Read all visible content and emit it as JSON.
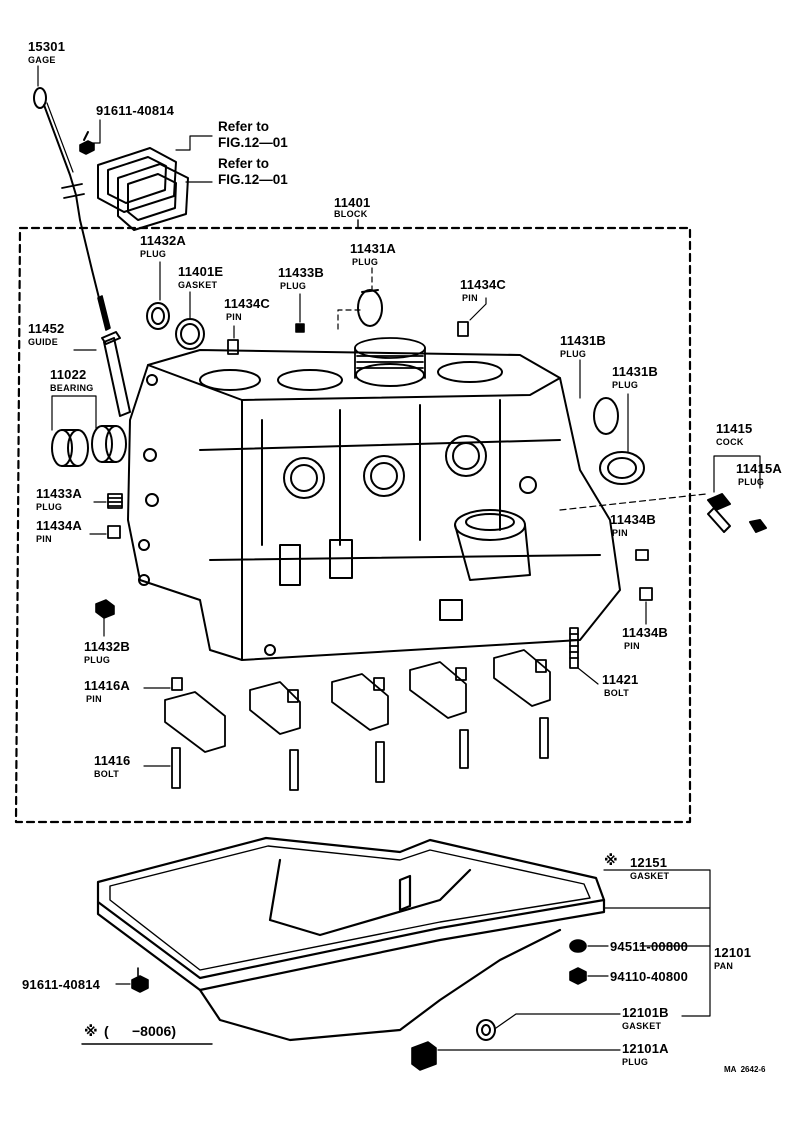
{
  "parts": {
    "p15301": {
      "number": "15301",
      "name": "GAGE"
    },
    "p91611_top": {
      "number": "91611-40814"
    },
    "ref1": {
      "line1": "Refer to",
      "line2": "FIG.12—01"
    },
    "ref2": {
      "line1": "Refer to",
      "line2": "FIG.12—01"
    },
    "p11401": {
      "number": "11401",
      "name": "BLOCK"
    },
    "p11432A": {
      "number": "11432A",
      "name": "PLUG"
    },
    "p11401E": {
      "number": "11401E",
      "name": "GASKET"
    },
    "p11433B": {
      "number": "11433B",
      "name": "PLUG"
    },
    "p11431A": {
      "number": "11431A",
      "name": "PLUG"
    },
    "p11434C_right": {
      "number": "11434C",
      "name": "PIN"
    },
    "p11434C_left": {
      "number": "11434C",
      "name": "PIN"
    },
    "p11452": {
      "number": "11452",
      "name": "GUIDE"
    },
    "p11431B_a": {
      "number": "11431B",
      "name": "PLUG"
    },
    "p11431B_b": {
      "number": "11431B",
      "name": "PLUG"
    },
    "p11022": {
      "number": "11022",
      "name": "BEARING"
    },
    "p11415": {
      "number": "11415",
      "name": "COCK"
    },
    "p11415A": {
      "number": "11415A",
      "name": "PLUG"
    },
    "p11433A": {
      "number": "11433A",
      "name": "PLUG"
    },
    "p11434A": {
      "number": "11434A",
      "name": "PIN"
    },
    "p11434B_a": {
      "number": "11434B",
      "name": "PIN"
    },
    "p11434B_b": {
      "number": "11434B",
      "name": "PIN"
    },
    "p11432B": {
      "number": "11432B",
      "name": "PLUG"
    },
    "p11416A": {
      "number": "11416A",
      "name": "PIN"
    },
    "p11421": {
      "number": "11421",
      "name": "BOLT"
    },
    "p11416": {
      "number": "11416",
      "name": "BOLT"
    },
    "p12151": {
      "mark": "※",
      "number": "12151",
      "name": "GASKET"
    },
    "p94511": {
      "number": "94511-00800"
    },
    "p12101": {
      "number": "12101",
      "name": "PAN"
    },
    "p94110": {
      "number": "94110-40800"
    },
    "p91611_bottom": {
      "number": "91611-40814"
    },
    "p12101B": {
      "number": "12101B",
      "name": "GASKET"
    },
    "p12101A": {
      "number": "12101A",
      "name": "PLUG"
    }
  },
  "footnote": {
    "mark": "※",
    "text": "(      −8006)"
  },
  "drawing_code": "MA  2642-6"
}
